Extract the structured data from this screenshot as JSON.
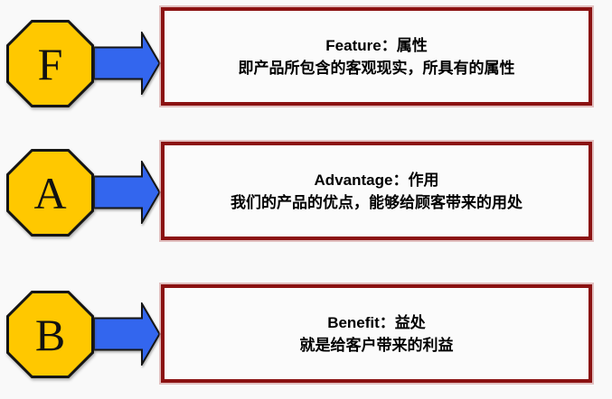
{
  "colors": {
    "background": "#f9f9f9",
    "octagon_fill": "#ffc800",
    "octagon_stroke": "#151515",
    "arrow_fill": "#3366ee",
    "arrow_stroke": "#151515",
    "box_border": "#8b1212",
    "text": "#000000"
  },
  "rows": [
    {
      "letter": "F",
      "heading": "Feature：属性",
      "description": "即产品所包含的客观现实，所具有的属性"
    },
    {
      "letter": "A",
      "heading": "Advantage：作用",
      "description": "我们的产品的优点，能够给顾客带来的用处"
    },
    {
      "letter": "B",
      "heading": "Benefit：益处",
      "description": "就是给客户带来的利益"
    }
  ]
}
